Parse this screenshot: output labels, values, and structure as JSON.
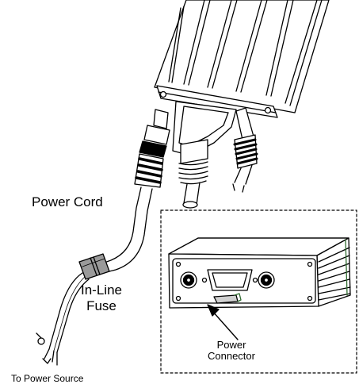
{
  "labels": {
    "power_cord": "Power Cord",
    "inline_fuse_line1": "In-Line",
    "inline_fuse_line2": "Fuse",
    "power_connector_line1": "Power",
    "power_connector_line2": "Connector",
    "to_power_source": "To Power Source"
  },
  "colors": {
    "line": "#000000",
    "background": "#ffffff",
    "fuse_fill": "#9a9a9a",
    "shade": "#d0d0d0"
  }
}
